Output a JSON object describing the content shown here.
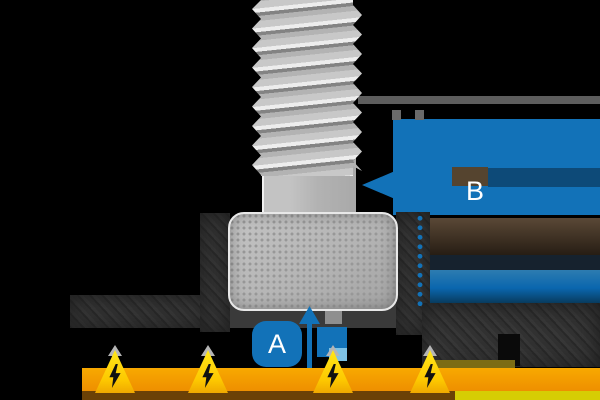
{
  "diagram": {
    "description": "T-bolt in channel rail cross-section with dimension callouts and electrical bonding points",
    "dimensions": {
      "a": {
        "label": "A"
      },
      "b": {
        "label": "B"
      }
    },
    "hazard_markers": {
      "count": 4,
      "icon": "lightning-bolt-icon"
    },
    "colors": {
      "callout_blue": "#1272b8",
      "hazard_yellow": "#fdc800",
      "base_orange": "#f49b00",
      "bolt_gray": "#b9b9b9",
      "rail_charcoal": "#313131"
    }
  }
}
